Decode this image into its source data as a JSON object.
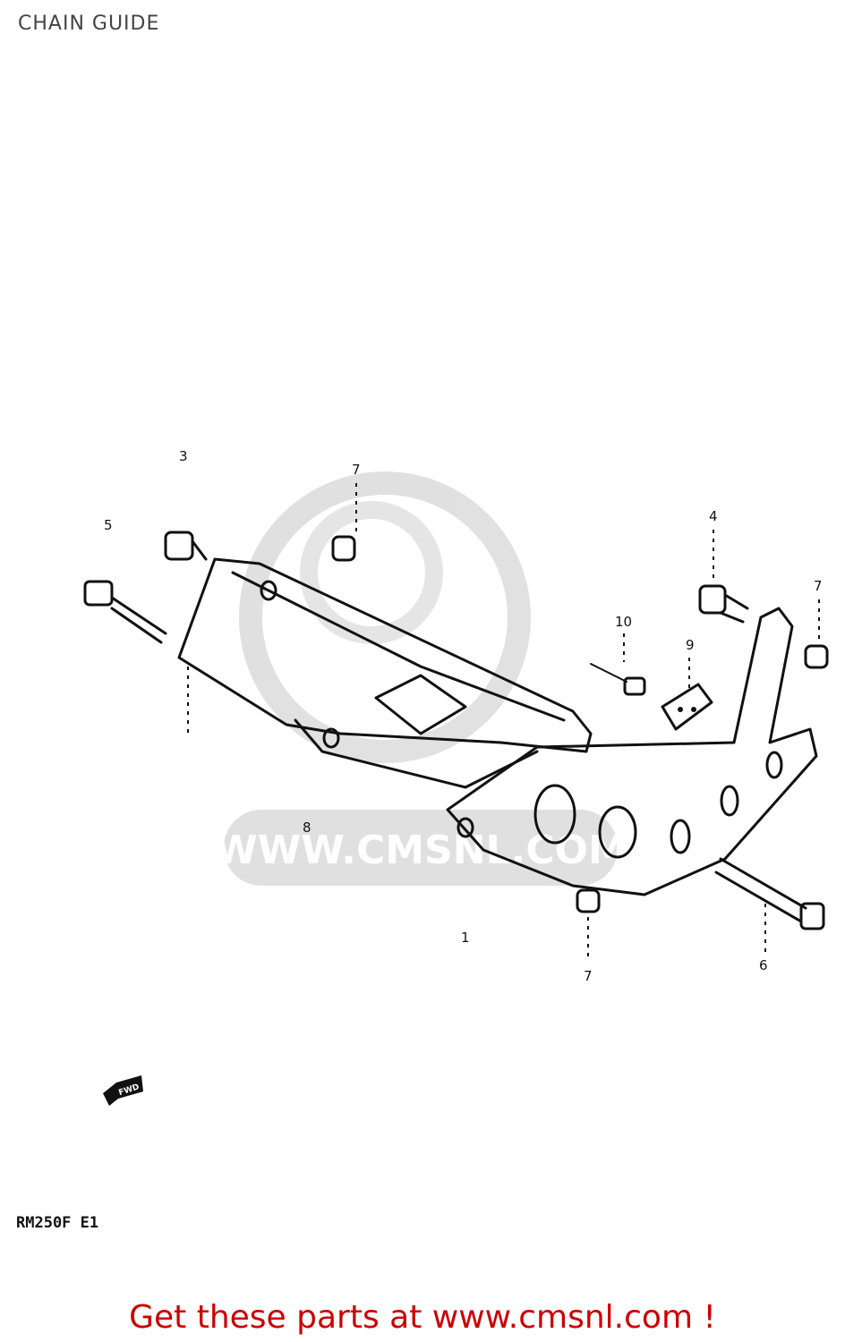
{
  "header": {
    "title": "CHAIN GUIDE"
  },
  "diagram": {
    "callouts": {
      "c1": "1",
      "c3": "3",
      "c4": "4",
      "c5": "5",
      "c6": "6",
      "c7a": "7",
      "c7b": "7",
      "c7c": "7",
      "c8": "8",
      "c9": "9",
      "c10": "10"
    },
    "forward_marker": "FWD",
    "model_code": "RM250F  E1"
  },
  "watermark": {
    "text": "WWW.CMSNL.COM"
  },
  "footer": {
    "cta": "Get these parts at www.cmsnl.com !",
    "link_color": "#cc0000"
  }
}
